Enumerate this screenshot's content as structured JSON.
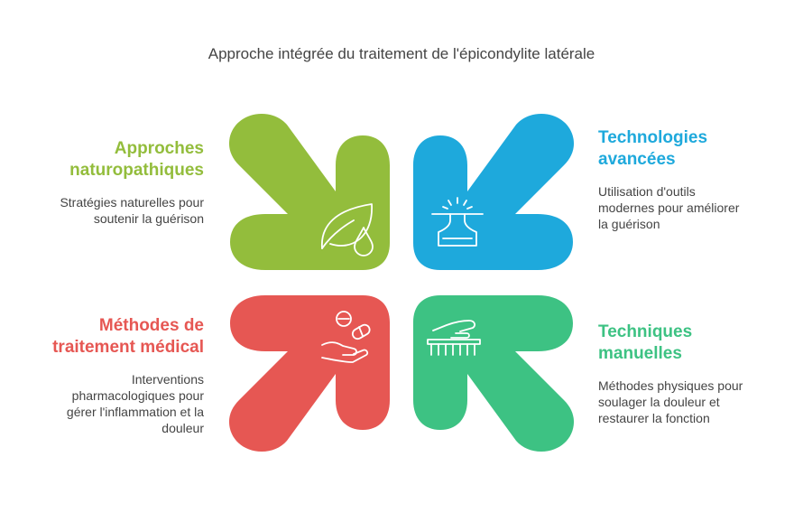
{
  "title": "Approche intégrée du traitement de l'épicondylite latérale",
  "colors": {
    "green": "#93BD3C",
    "blue": "#1EA9DC",
    "red": "#E65753",
    "teal": "#3DC283",
    "text": "#444444",
    "icon_stroke": "#FFFFFF"
  },
  "quadrants": {
    "top_left": {
      "heading": "Approches naturopathiques",
      "heading_lines": [
        "Approches",
        "naturopathiques"
      ],
      "description_lines": [
        "Stratégies naturelles pour",
        "soutenir la guérison"
      ],
      "icon": "leaf-drop-icon"
    },
    "top_right": {
      "heading": "Technologies avancées",
      "heading_lines": [
        "Technologies",
        "avancées"
      ],
      "description_lines": [
        "Utilisation d'outils",
        "modernes pour améliorer",
        "la guérison"
      ],
      "icon": "ultrasound-device-icon"
    },
    "bottom_left": {
      "heading": "Méthodes de traitement médical",
      "heading_lines": [
        "Méthodes de",
        "traitement médical"
      ],
      "description_lines": [
        "Interventions",
        "pharmacologiques pour",
        "gérer l'inflammation et la",
        "douleur"
      ],
      "icon": "hand-pills-icon"
    },
    "bottom_right": {
      "heading": "Techniques manuelles",
      "heading_lines": [
        "Techniques",
        "manuelles"
      ],
      "description_lines": [
        "Méthodes physiques pour",
        "soulager la douleur et",
        "restaurer la fonction"
      ],
      "icon": "hand-massage-icon"
    }
  }
}
